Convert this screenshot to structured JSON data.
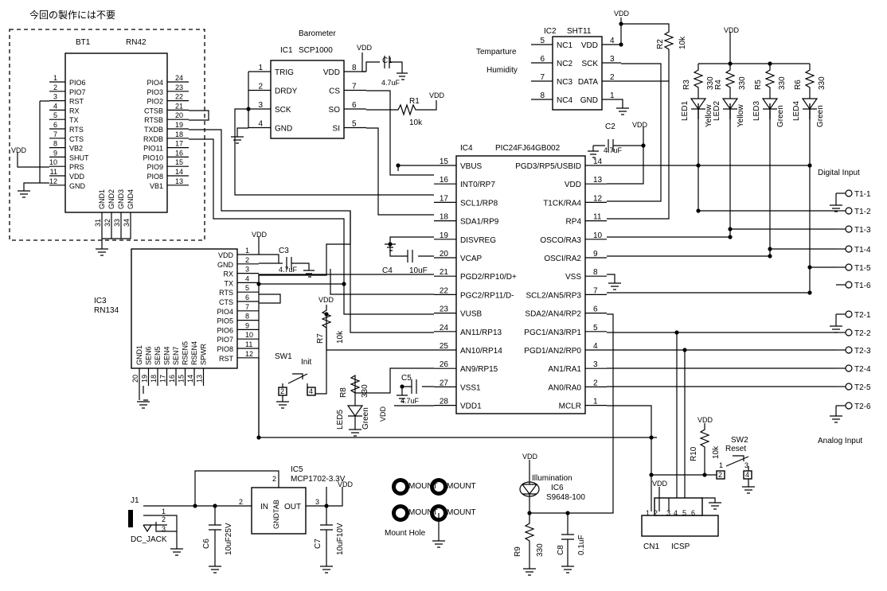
{
  "note": "今回の製作には不要",
  "bt1": {
    "ref": "BT1",
    "part": "RN42",
    "left_pins": [
      [
        "1",
        "PIO6"
      ],
      [
        "2",
        "PIO7"
      ],
      [
        "3",
        "RST"
      ],
      [
        "4",
        "RX"
      ],
      [
        "5",
        "TX"
      ],
      [
        "6",
        "RTS"
      ],
      [
        "7",
        "CTS"
      ],
      [
        "8",
        "VB2"
      ],
      [
        "9",
        "SHUT"
      ],
      [
        "10",
        "PRS"
      ],
      [
        "11",
        "VDD"
      ],
      [
        "12",
        "GND"
      ]
    ],
    "right_pins": [
      [
        "24",
        "PIO4"
      ],
      [
        "23",
        "PIO3"
      ],
      [
        "22",
        "PIO2"
      ],
      [
        "21",
        "CTSB"
      ],
      [
        "20",
        "RTSB"
      ],
      [
        "19",
        "TXDB"
      ],
      [
        "18",
        "RXDB"
      ],
      [
        "17",
        "PIO11"
      ],
      [
        "16",
        "PIO10"
      ],
      [
        "15",
        "PIO9"
      ],
      [
        "14",
        "PIO8"
      ],
      [
        "13",
        "VB1"
      ]
    ],
    "bottom_pins": [
      [
        "31",
        "GND1"
      ],
      [
        "32",
        "GND2"
      ],
      [
        "33",
        "GND3"
      ],
      [
        "34",
        "GND4"
      ]
    ]
  },
  "ic1": {
    "title": "Barometer",
    "ref": "IC1",
    "part": "SCP1000",
    "left_pins": [
      [
        "1",
        "TRIG"
      ],
      [
        "2",
        "DRDY"
      ],
      [
        "3",
        "SCK"
      ],
      [
        "4",
        "GND"
      ]
    ],
    "right_pins": [
      [
        "8",
        "VDD"
      ],
      [
        "7",
        "CS"
      ],
      [
        "6",
        "SO"
      ],
      [
        "5",
        "SI"
      ]
    ]
  },
  "ic2": {
    "ref": "IC2",
    "part": "SHT11",
    "left_pins": [
      [
        "5",
        "NC1"
      ],
      [
        "6",
        "NC2"
      ],
      [
        "7",
        "NC3"
      ],
      [
        "8",
        "NC4"
      ]
    ],
    "right_pins": [
      [
        "4",
        "VDD"
      ],
      [
        "3",
        "SCK"
      ],
      [
        "2",
        "DATA"
      ],
      [
        "1",
        "GND"
      ]
    ]
  },
  "labels": {
    "temperature": "Temparture",
    "humidity": "Humidity",
    "digital_input": "Digital Input",
    "analog_input": "Analog Input",
    "mount_hole": "Mount Hole",
    "mount": "MOUNT",
    "illumination": "Illumination"
  },
  "vdd": "VDD",
  "ic4": {
    "ref": "IC4",
    "part": "PIC24FJ64GB002",
    "left_pins": [
      [
        "15",
        "VBUS"
      ],
      [
        "16",
        "INT0/RP7"
      ],
      [
        "17",
        "SCL1/RP8"
      ],
      [
        "18",
        "SDA1/RP9"
      ],
      [
        "19",
        "DISVREG"
      ],
      [
        "20",
        "VCAP"
      ],
      [
        "21",
        "PGD2/RP10/D+"
      ],
      [
        "22",
        "PGC2/RP11/D-"
      ],
      [
        "23",
        "VUSB"
      ],
      [
        "24",
        "AN11/RP13"
      ],
      [
        "25",
        "AN10/RP14"
      ],
      [
        "26",
        "AN9/RP15"
      ],
      [
        "27",
        "VSS1"
      ],
      [
        "28",
        "VDD1"
      ]
    ],
    "right_pins": [
      [
        "14",
        "PGD3/RP5/USBID"
      ],
      [
        "13",
        "VDD"
      ],
      [
        "12",
        "T1CK/RA4"
      ],
      [
        "11",
        "RP4"
      ],
      [
        "10",
        "OSCO/RA3"
      ],
      [
        "9",
        "OSCI/RA2"
      ],
      [
        "8",
        "VSS"
      ],
      [
        "7",
        "SCL2/AN5/RP3"
      ],
      [
        "6",
        "SDA2/AN4/RP2"
      ],
      [
        "5",
        "PGC1/AN3/RP1"
      ],
      [
        "4",
        "PGD1/AN2/RP0"
      ],
      [
        "3",
        "AN1/RA1"
      ],
      [
        "2",
        "AN0/RA0"
      ],
      [
        "1",
        "MCLR"
      ]
    ]
  },
  "ic3": {
    "ref": "IC3",
    "part": "RN134",
    "right_pins": [
      [
        "1",
        "VDD"
      ],
      [
        "2",
        "GND"
      ],
      [
        "3",
        "RX"
      ],
      [
        "4",
        "TX"
      ],
      [
        "5",
        "RTS"
      ],
      [
        "6",
        "CTS"
      ],
      [
        "7",
        "PIO4"
      ],
      [
        "8",
        "PIO5"
      ],
      [
        "9",
        "PIO6"
      ],
      [
        "10",
        "PIO7"
      ],
      [
        "11",
        "PIO8"
      ],
      [
        "12",
        "RST"
      ]
    ],
    "bottom_pins": [
      [
        "20",
        "GND1"
      ],
      [
        "19",
        "SEN6"
      ],
      [
        "18",
        "SEN5"
      ],
      [
        "17",
        "SEN4"
      ],
      [
        "16",
        "SEN7"
      ],
      [
        "15",
        "RSEN5"
      ],
      [
        "14",
        "RSEN4"
      ],
      [
        "13",
        "SPWR"
      ]
    ]
  },
  "ic5": {
    "ref": "IC5",
    "part": "MCP1702-3.3V",
    "in": "IN",
    "out": "OUT",
    "gnd": "GNDTAB"
  },
  "ic6": {
    "ref": "IC6",
    "part": "S9648-100"
  },
  "resistors": [
    {
      "ref": "R1",
      "value": "10k"
    },
    {
      "ref": "R2",
      "value": "10k"
    },
    {
      "ref": "R3",
      "value": "330"
    },
    {
      "ref": "R4",
      "value": "330"
    },
    {
      "ref": "R5",
      "value": "330"
    },
    {
      "ref": "R6",
      "value": "330"
    },
    {
      "ref": "R7",
      "value": "10k"
    },
    {
      "ref": "R8",
      "value": "330"
    },
    {
      "ref": "R9",
      "value": "330"
    },
    {
      "ref": "R10",
      "value": "10k"
    }
  ],
  "capacitors": [
    {
      "ref": "C1",
      "value": "4.7uF"
    },
    {
      "ref": "C2",
      "value": "4.7uF"
    },
    {
      "ref": "C3",
      "value": "4.7uF"
    },
    {
      "ref": "C4",
      "value": "10uF"
    },
    {
      "ref": "C5",
      "value": "4.7uF"
    },
    {
      "ref": "C6",
      "value": "10uF25V"
    },
    {
      "ref": "C7",
      "value": "10uF10V"
    },
    {
      "ref": "C8",
      "value": "0.1uF"
    }
  ],
  "leds": [
    {
      "ref": "LED1",
      "color": "Yellow"
    },
    {
      "ref": "LED2",
      "color": "Yellow"
    },
    {
      "ref": "LED3",
      "color": "Green"
    },
    {
      "ref": "LED4",
      "color": "Green"
    },
    {
      "ref": "LED5",
      "color": "Green"
    }
  ],
  "sw1": {
    "ref": "SW1",
    "label": "Init"
  },
  "sw2": {
    "ref": "SW2",
    "label": "Reset"
  },
  "j1": {
    "ref": "J1",
    "label": "DC_JACK"
  },
  "cn1": {
    "ref": "CN1",
    "label": "ICSP"
  },
  "terminals": [
    "T1-1",
    "T1-2",
    "T1-3",
    "T1-4",
    "T1-5",
    "T1-6",
    "T2-1",
    "T2-2",
    "T2-3",
    "T2-4",
    "T2-5",
    "T2-6"
  ]
}
